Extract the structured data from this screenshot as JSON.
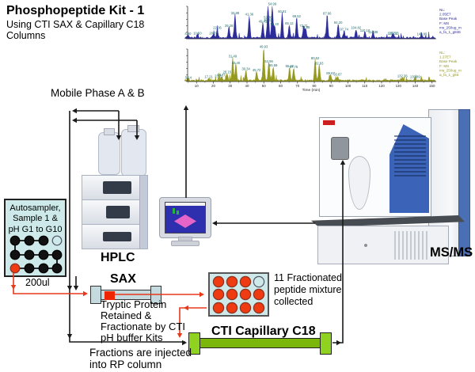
{
  "title": {
    "heading": "Phosphopeptide Kit - 1",
    "subheading": "Using CTI SAX & Capillary C18 Columns"
  },
  "labels": {
    "mobile_phase": "Mobile Phase A & B",
    "hplc": "HPLC",
    "msms": "MS/MS",
    "sax": "SAX",
    "c18": "CTI Capillary C18",
    "volume": "200ul"
  },
  "autosampler": {
    "lines": [
      "Autosampler,",
      "Sample 1 &",
      "pH G1 to G10"
    ]
  },
  "notes": {
    "tryptic_lines": [
      "Tryptic Protein",
      "Retained &",
      "Fractionate by CTI",
      "pH buffer Kits"
    ],
    "fractionated_lines": [
      "11 Fractionated",
      "peptide mixture",
      "collected"
    ],
    "injected_lines": [
      "Fractions are injected",
      "into RP column"
    ]
  },
  "wells": {
    "autosampler_grid": [
      [
        "black",
        "black",
        "black",
        "open"
      ],
      [
        "black",
        "black",
        "black",
        "black"
      ],
      [
        "red",
        "black",
        "black",
        "black"
      ]
    ],
    "fraction_grid": [
      [
        "red",
        "red",
        "red",
        "open"
      ],
      [
        "red",
        "red",
        "red",
        "red"
      ],
      [
        "red",
        "red",
        "red",
        "red"
      ]
    ]
  },
  "colors": {
    "flow_red": "#e8391b",
    "arrow_black": "#1a1a1a",
    "well_red": "#ee3b12",
    "well_black": "#111111",
    "pale_blue": "#cde9e9",
    "trace1": "#2d2d9a",
    "trace2": "#95991f",
    "peak_label": "#1c6b6b"
  },
  "chart_data": [
    {
      "type": "line",
      "name": "base-peak-chromatogram-top",
      "color": "#2d2d9a",
      "xlabel": "Time (min)",
      "x_range": [
        0,
        152
      ],
      "y_range": [
        0,
        100
      ],
      "legend": [
        "NL:",
        "2.05E7",
        "Base Peak",
        "F: MS",
        "ms_250ug_m",
        "a_fa_1_g846"
      ],
      "peaks": [
        [
          4.9,
          8
        ],
        [
          10.5,
          10
        ],
        [
          20.07,
          9
        ],
        [
          22.36,
          26
        ],
        [
          29.28,
          33
        ],
        [
          32.88,
          72
        ],
        [
          41.36,
          68
        ],
        [
          49.41,
          46
        ],
        [
          52.38,
          58
        ],
        [
          52.62,
          50
        ],
        [
          54.99,
          100
        ],
        [
          56.4,
          38
        ],
        [
          60.91,
          76
        ],
        [
          65.12,
          40
        ],
        [
          69.52,
          62
        ],
        [
          73.71,
          33
        ],
        [
          74.88,
          28
        ],
        [
          87.66,
          70
        ],
        [
          94.2,
          42
        ],
        [
          97.74,
          22
        ],
        [
          104.82,
          26
        ],
        [
          110.1,
          18
        ],
        [
          114.88,
          13
        ],
        [
          126.51,
          10
        ],
        [
          127.13,
          9
        ],
        [
          143.99,
          7
        ]
      ]
    },
    {
      "type": "line",
      "name": "base-peak-chromatogram-bottom",
      "color": "#95991f",
      "xlabel": "Time (min)",
      "x_range": [
        0,
        152
      ],
      "y_range": [
        0,
        100
      ],
      "x_ticks": [
        10,
        20,
        30,
        40,
        50,
        60,
        70,
        80,
        90,
        100,
        110,
        120,
        130,
        140,
        150
      ],
      "legend": [
        "NL:",
        "1.27E7",
        "Base Peak",
        "F: MS",
        "ms_250ug_m",
        "a_fa_1_g56"
      ],
      "peaks": [
        [
          5.14,
          5
        ],
        [
          17.21,
          7
        ],
        [
          23.26,
          10
        ],
        [
          24.77,
          13
        ],
        [
          28.15,
          22
        ],
        [
          31.49,
          70
        ],
        [
          33.4,
          50
        ],
        [
          39.34,
          32
        ],
        [
          45.72,
          28
        ],
        [
          49.93,
          100
        ],
        [
          52.96,
          55
        ],
        [
          55.59,
          42
        ],
        [
          65.32,
          40
        ],
        [
          67.75,
          38
        ],
        [
          80.52,
          65
        ],
        [
          82.93,
          48
        ],
        [
          89.67,
          18
        ],
        [
          93.87,
          14
        ],
        [
          132.36,
          9
        ],
        [
          139.89,
          7
        ]
      ]
    }
  ]
}
